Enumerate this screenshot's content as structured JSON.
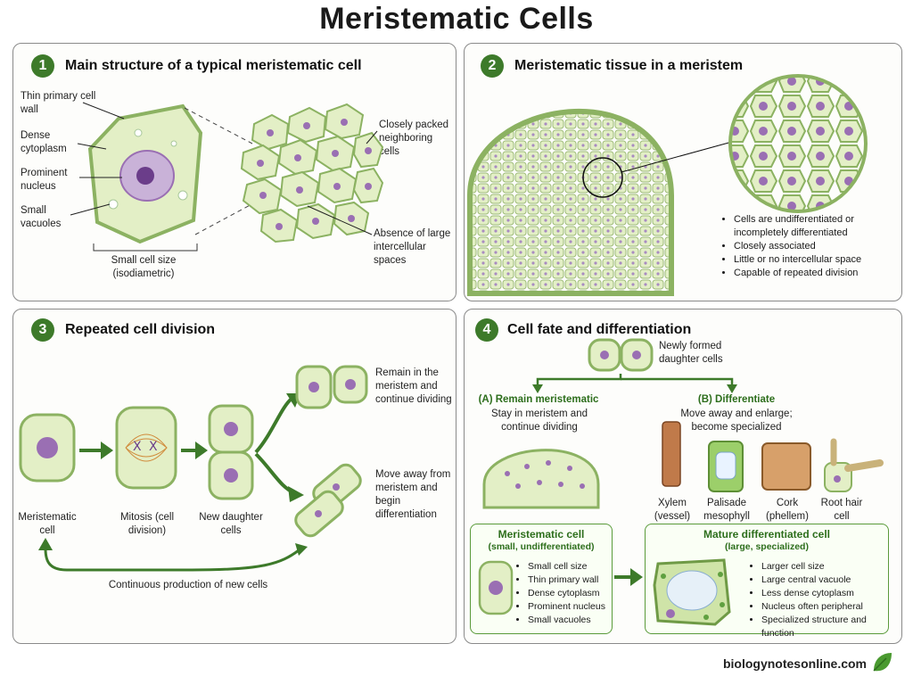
{
  "title": "Meristematic Cells",
  "p1": {
    "num": "1",
    "heading": "Main structure of a typical meristematic cell",
    "labels": {
      "wall": "Thin primary cell wall",
      "cyto": "Dense cytoplasm",
      "nucleus": "Prominent nucleus",
      "vacuoles": "Small vacuoles",
      "size": "Small cell size (isodiametric)",
      "packed": "Closely packed neighboring cells",
      "spaces": "Absence of large intercellular spaces"
    }
  },
  "p2": {
    "num": "2",
    "heading": "Meristematic tissue in a meristem",
    "bullets": [
      "Cells are undifferentiated or incompletely differentiated",
      "Closely associated",
      "Little or no intercellular space",
      "Capable of repeated division"
    ]
  },
  "p3": {
    "num": "3",
    "heading": "Repeated cell division",
    "labels": {
      "meristematic": "Meristematic cell",
      "mitosis": "Mitosis (cell division)",
      "daughters": "New daughter cells",
      "remain": "Remain in the meristem and continue dividing",
      "move": "Move away from meristem and begin differentiation",
      "continuous": "Continuous production of new cells"
    }
  },
  "p4": {
    "num": "4",
    "heading": "Cell fate and differentiation",
    "newly": "Newly formed daughter cells",
    "a_title": "(A) Remain meristematic",
    "a_desc": "Stay in meristem and continue dividing",
    "b_title": "(B) Differentiate",
    "b_desc": "Move away and enlarge; become specialized",
    "types": [
      "Xylem (vessel)",
      "Palisade mesophyll",
      "Cork (phellem)",
      "Root hair cell"
    ],
    "mer_box": {
      "title": "Meristematic cell",
      "subtitle": "(small, undifferentiated)",
      "bullets": [
        "Small cell size",
        "Thin primary wall",
        "Dense cytoplasm",
        "Prominent nucleus",
        "Small vacuoles"
      ]
    },
    "diff_box": {
      "title": "Mature differentiated cell",
      "subtitle": "(large, specialized)",
      "bullets": [
        "Larger cell size",
        "Large central vacuole",
        "Less dense cytoplasm",
        "Nucleus often peripheral",
        "Specialized structure and function"
      ]
    }
  },
  "footer": "biologynotesonline.com",
  "colors": {
    "accent": "#3d7a2a",
    "cell_fill": "#e3efc6",
    "cell_wall": "#8cb262",
    "nucleus": "#9a6fb3"
  }
}
